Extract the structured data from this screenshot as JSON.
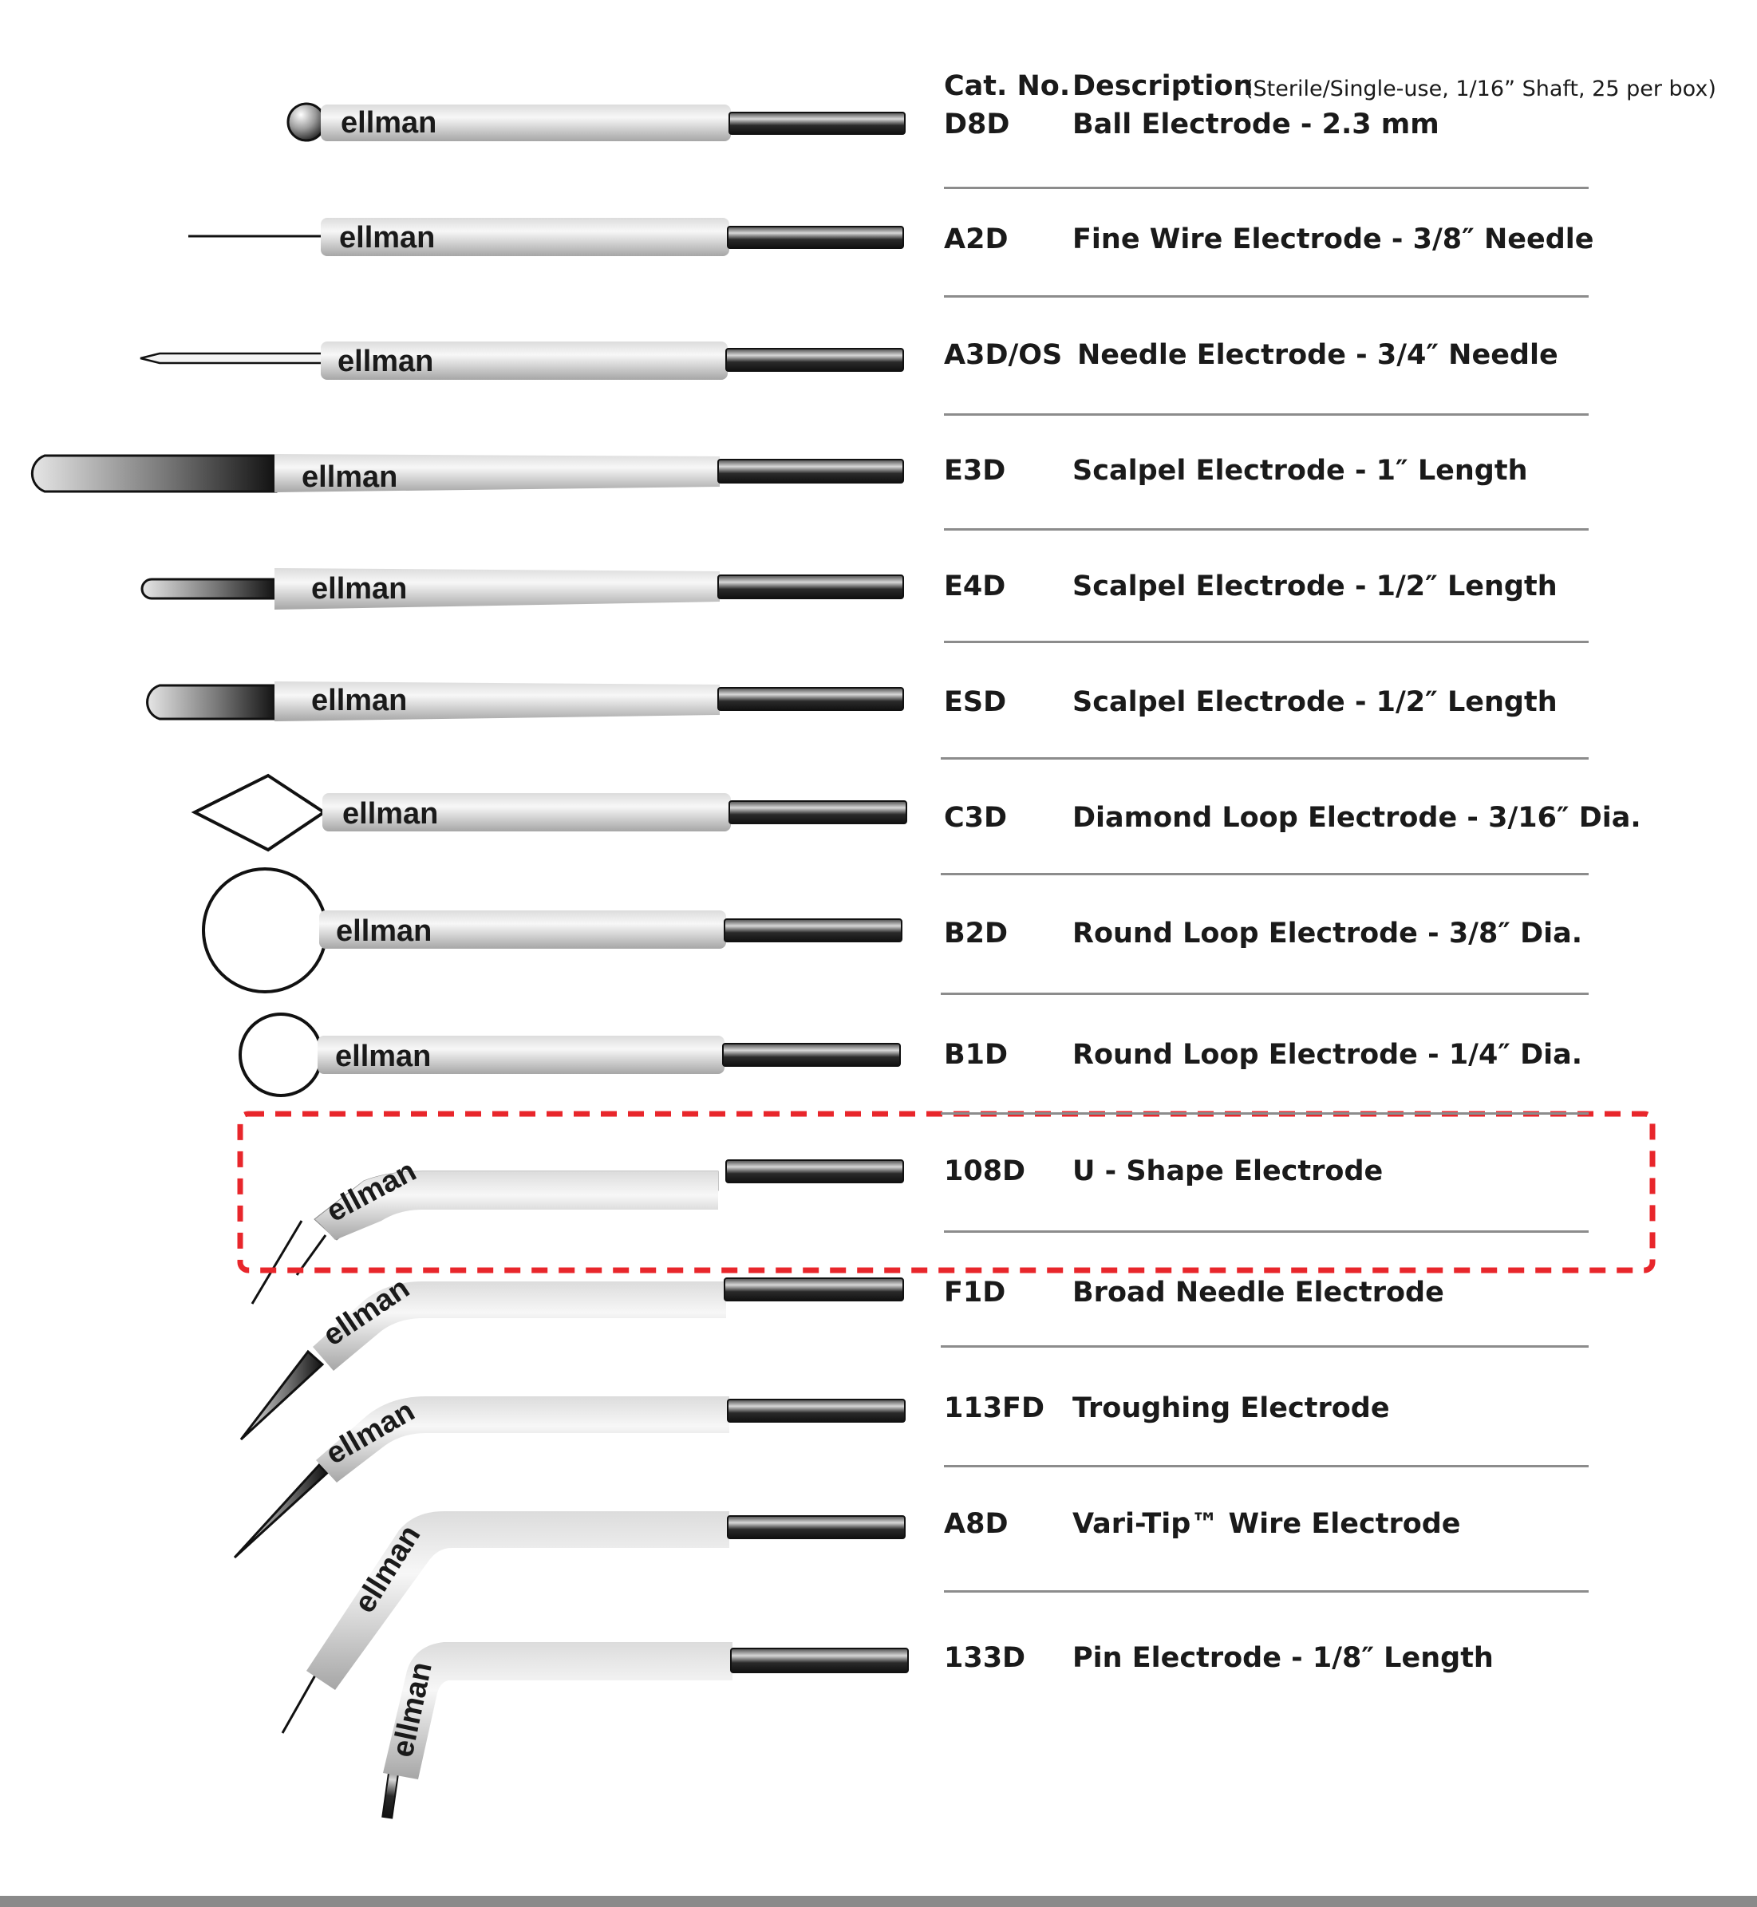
{
  "header": {
    "cat_no_label": "Cat. No.",
    "description_label": "Description",
    "description_note": "(Sterile/Single-use,  1/16” Shaft, 25 per box)"
  },
  "brand_text": "ellman",
  "items": [
    {
      "code": "D8D",
      "description": "Ball Electrode - 2.3 mm",
      "tip_icon": "ball-tip-icon"
    },
    {
      "code": "A2D",
      "description": "Fine Wire Electrode - 3/8″ Needle",
      "tip_icon": "fine-wire-tip-icon"
    },
    {
      "code": "A3D/OS",
      "description": "Needle Electrode - 3/4″ Needle",
      "tip_icon": "needle-tip-icon"
    },
    {
      "code": "E3D",
      "description": "Scalpel Electrode - 1″ Length",
      "tip_icon": "scalpel-blade-icon"
    },
    {
      "code": "E4D",
      "description": "Scalpel Electrode - 1/2″ Length",
      "tip_icon": "scalpel-blade-icon"
    },
    {
      "code": "ESD",
      "description": "Scalpel Electrode - 1/2″ Length",
      "tip_icon": "scalpel-blade-icon"
    },
    {
      "code": "C3D",
      "description": "Diamond Loop Electrode - 3/16″ Dia.",
      "tip_icon": "diamond-loop-icon"
    },
    {
      "code": "B2D",
      "description": "Round Loop Electrode - 3/8″ Dia.",
      "tip_icon": "round-loop-icon"
    },
    {
      "code": "B1D",
      "description": "Round Loop Electrode - 1/4″ Dia.",
      "tip_icon": "round-loop-icon"
    },
    {
      "code": "108D",
      "description": "U - Shape Electrode",
      "tip_icon": "u-shape-tip-icon",
      "highlighted": true
    },
    {
      "code": "F1D",
      "description": "Broad Needle Electrode",
      "tip_icon": "broad-needle-icon"
    },
    {
      "code": "113FD",
      "description": "Troughing Electrode",
      "tip_icon": "troughing-tip-icon"
    },
    {
      "code": "A8D",
      "description": "Vari-Tip™ Wire Electrode",
      "tip_icon": "wire-tip-icon"
    },
    {
      "code": "133D",
      "description": "Pin Electrode - 1/8″ Length",
      "tip_icon": "pin-tip-icon"
    }
  ],
  "colors": {
    "highlight_border": "#e8262b",
    "rule": "#8c8c8c",
    "handle_light": "#f2f2f2",
    "handle_dark": "#a9a9a9",
    "shaft_dark": "#1a1a1a",
    "bottom_bar": "#8a8a8a"
  }
}
